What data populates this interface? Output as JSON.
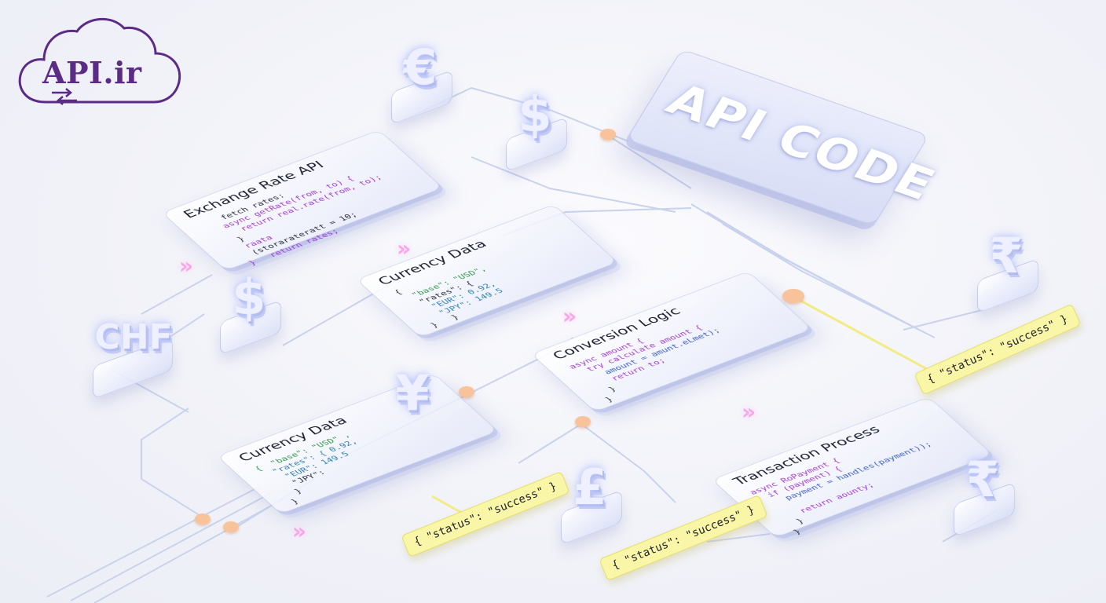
{
  "logo": {
    "text": "API.ir",
    "color": "#5b2b86"
  },
  "panel": {
    "text": "API CODE"
  },
  "cards": [
    {
      "title": "Exchange Rate API",
      "lines": [
        "    fetch rates:",
        "   async getRate(from, to) {",
        "     return real.rate(from, to);",
        "   }",
        "   raata",
        "   (storarateratt = 10;",
        " }   return rates;"
      ]
    },
    {
      "title": "Currency Data",
      "lines": [
        "{",
        "  \"base\": \"USD\",",
        "  \"rates\": {",
        "   \"EUR\": 0.92,",
        "   \"JPY\": 149.5",
        "}   }"
      ]
    },
    {
      "title": "Conversion Logic",
      "lines": [
        "async amount {",
        "  try calculate amount {",
        "    amount = amunt.eLmet);",
        "    return to;",
        "  }",
        "}"
      ]
    },
    {
      "title": "Currency Data",
      "lines": [
        "{  \"base\": \"USD\" ,",
        "  \"rates\": { 0.92,",
        "   \"EUR\": 149.5",
        "   \"JPY\":",
        "  }",
        "}"
      ]
    },
    {
      "title": "Transaction Process",
      "lines": [
        "async RoPayment {",
        "  if (payment) {",
        "    payment = handles(payment));",
        "",
        "    return aounty;",
        "  }",
        "}"
      ]
    }
  ],
  "currencies": [
    {
      "symbol": "€",
      "icon": "euro-icon"
    },
    {
      "symbol": "$",
      "icon": "dollar-icon"
    },
    {
      "symbol": "$",
      "icon": "dollar-icon"
    },
    {
      "symbol": "CHF",
      "icon": "franc-icon"
    },
    {
      "symbol": "¥",
      "icon": "yen-icon"
    },
    {
      "symbol": "£",
      "icon": "pound-icon"
    },
    {
      "symbol": "₹",
      "icon": "rupee-icon"
    },
    {
      "symbol": "₹",
      "icon": "rupee-icon"
    }
  ],
  "status_tags": [
    "{ \"status\": \"success\" }",
    "{ \"status\": \"success\" }",
    "{ \"status\": \"success\" }"
  ],
  "chevrons": [
    "»",
    "»",
    "»",
    "»",
    "»"
  ],
  "colors": {
    "accent_pink": "#f7a6e6",
    "node_orange": "#f8c39a",
    "tag_yellow": "#f9f6a8"
  }
}
